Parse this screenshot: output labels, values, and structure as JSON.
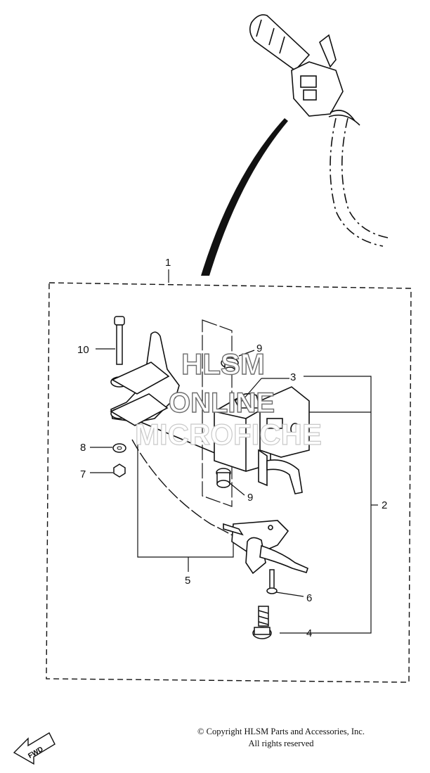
{
  "callouts": {
    "c1": "1",
    "c2": "2",
    "c3": "3",
    "c4": "4",
    "c5": "5",
    "c6": "6",
    "c7": "7",
    "c8": "8",
    "c9a": "9",
    "c9b": "9",
    "c10": "10"
  },
  "watermark": {
    "line1": "HLSM",
    "line2": "ONLINE",
    "line3": "MICROFICHE"
  },
  "fwd_label": "FWD",
  "copyright": {
    "line1": "© Copyright HLSM Parts and Accessories, Inc.",
    "line2": "All rights reserved"
  },
  "icons": {
    "fwd": "fwd-arrow-icon"
  }
}
